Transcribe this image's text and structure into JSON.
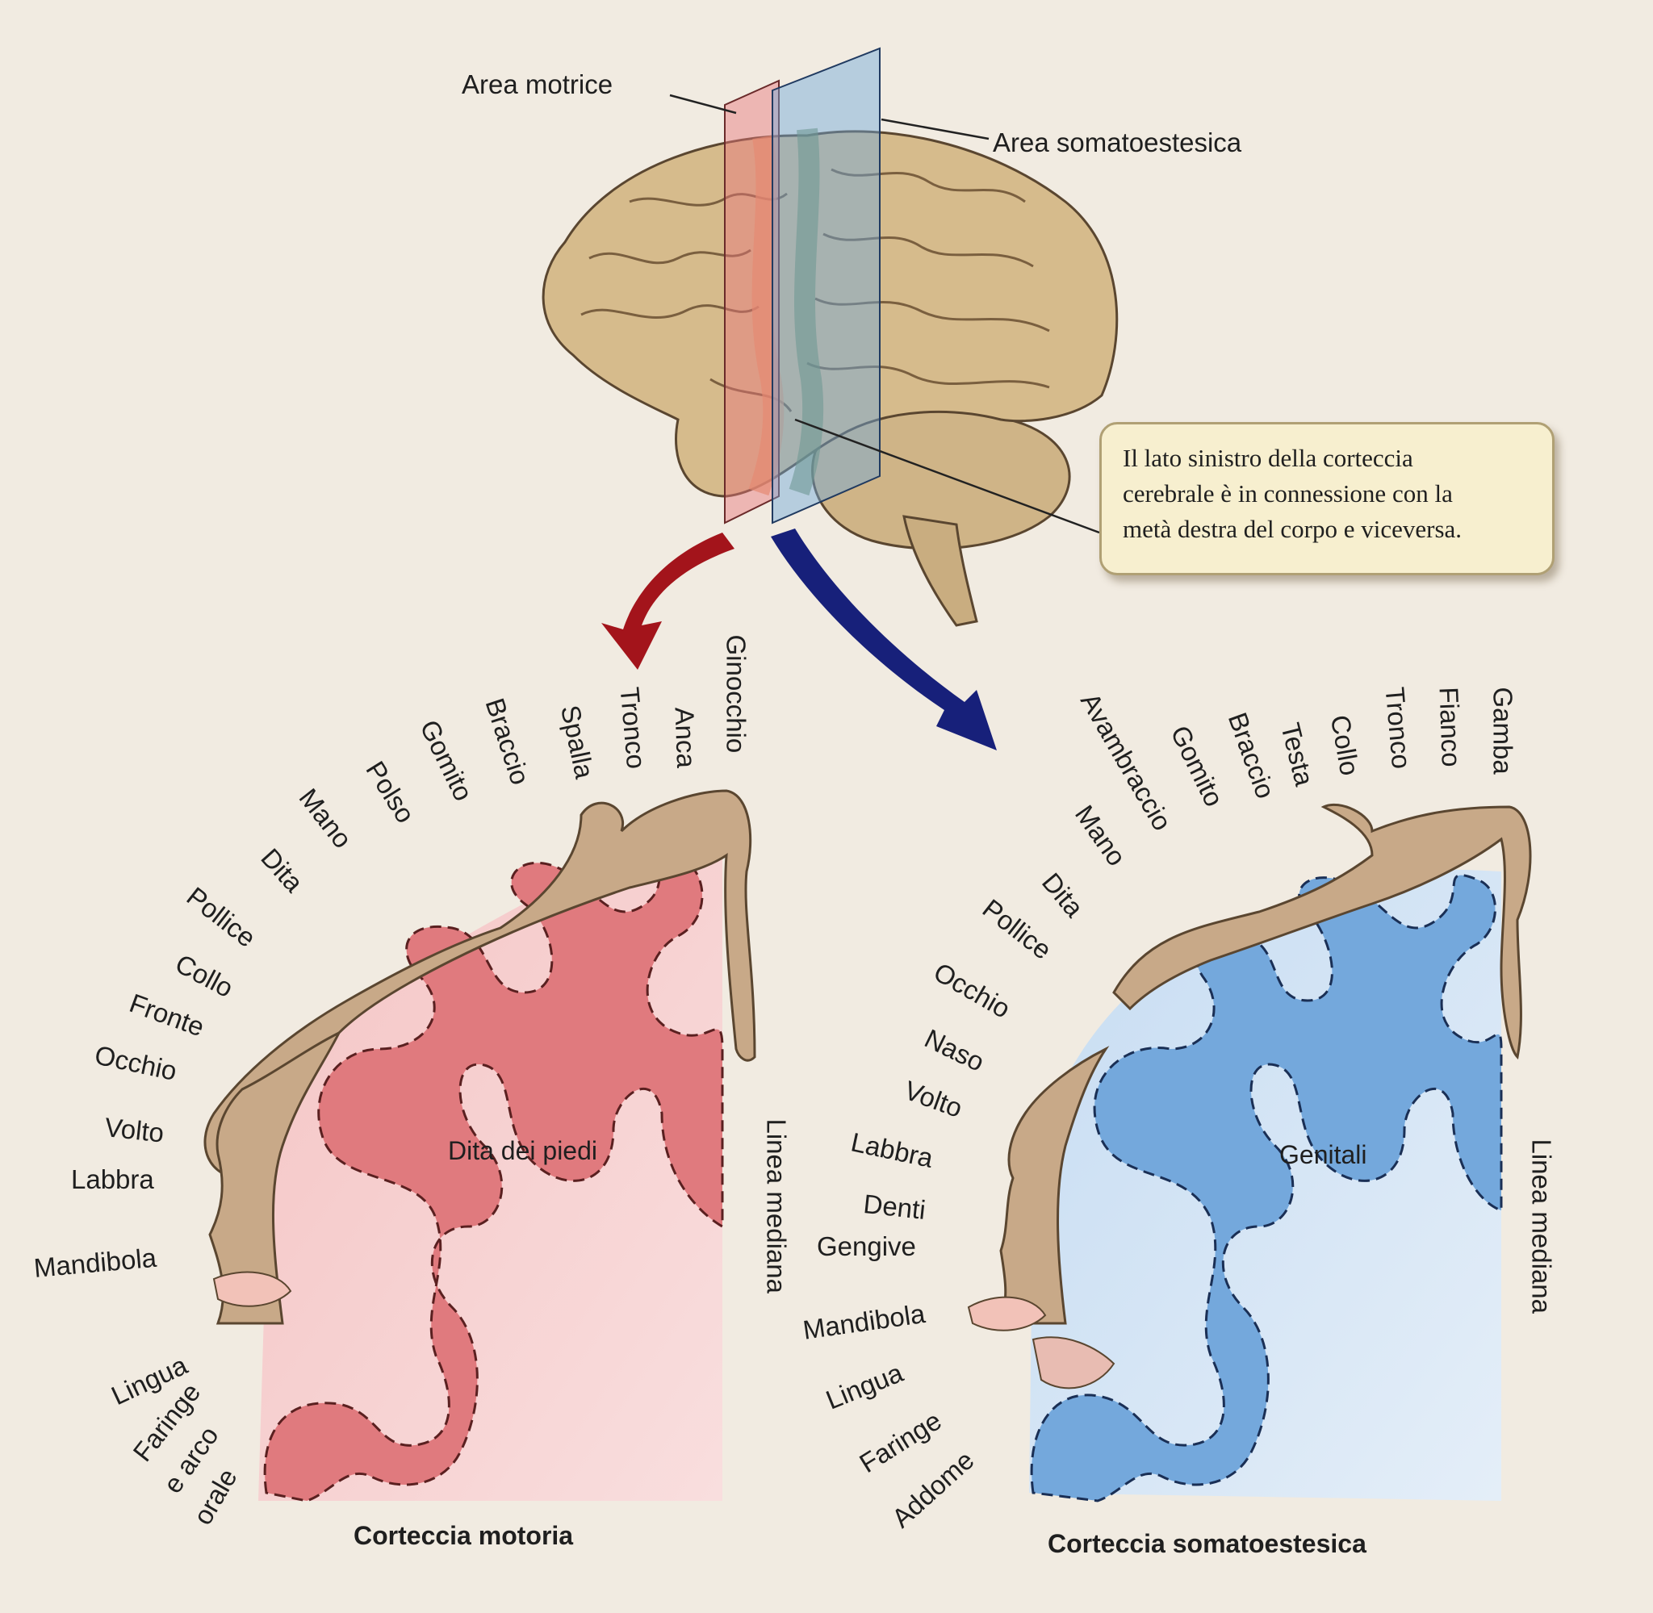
{
  "header_labels": {
    "motor_area": "Area motrice",
    "somato_area": "Area somatoestesica"
  },
  "note": {
    "line1": "Il lato sinistro della corteccia",
    "line2": "cerebrale è in connessione con la",
    "line3": "metà destra del corpo e viceversa."
  },
  "motor": {
    "caption": "Corteccia motoria",
    "inner_label": "Dita dei piedi",
    "midline": "Linea mediana",
    "parts": [
      "Ginocchio",
      "Anca",
      "Tronco",
      "Spalla",
      "Braccio",
      "Gomito",
      "Polso",
      "Mano",
      "Dita",
      "Pollice",
      "Collo",
      "Fronte",
      "Occhio",
      "Volto",
      "Labbra",
      "Mandibola",
      "Lingua",
      "Faringe",
      "e arco",
      "orale"
    ]
  },
  "somato": {
    "caption": "Corteccia somatoestesica",
    "inner_label": "Genitali",
    "midline": "Linea mediana",
    "parts": [
      "Gamba",
      "Fianco",
      "Tronco",
      "Collo",
      "Testa",
      "Braccio",
      "Gomito",
      "Avambraccio",
      "Mano",
      "Dita",
      "Pollice",
      "Occhio",
      "Naso",
      "Volto",
      "Labbra",
      "Denti",
      "Gengive",
      "Mandibola",
      "Lingua",
      "Faringe",
      "Addome"
    ]
  },
  "colors": {
    "motor": "#e07a7e",
    "motor_light": "#f6cfcf",
    "somato": "#74a8dc",
    "somato_light": "#d4e6f6",
    "brain": "#d4b98a",
    "arrow_red": "#a3141b",
    "arrow_blue": "#17207a"
  }
}
